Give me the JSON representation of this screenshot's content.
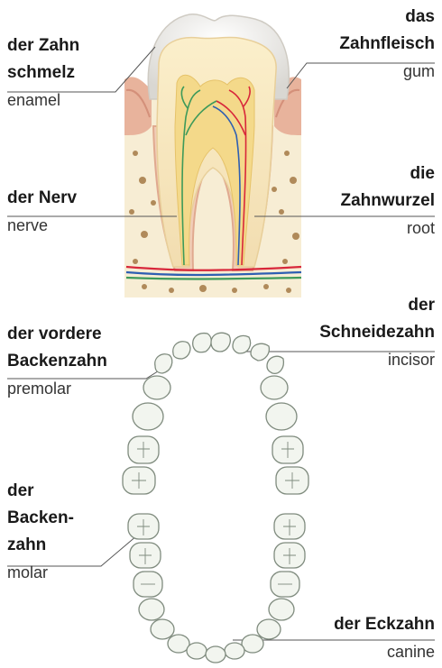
{
  "labels": {
    "enamel": {
      "de": [
        "der Zahn",
        "schmelz"
      ],
      "en": "enamel"
    },
    "gum": {
      "de": [
        "das",
        "Zahnfleisch"
      ],
      "en": "gum"
    },
    "nerve": {
      "de": [
        "der Nerv"
      ],
      "en": "nerve"
    },
    "root": {
      "de": [
        "die",
        "Zahnwurzel"
      ],
      "en": "root"
    },
    "premolar": {
      "de": [
        "der vordere",
        "Backenzahn"
      ],
      "en": "premolar"
    },
    "incisor": {
      "de": [
        "der",
        "Schneidezahn"
      ],
      "en": "incisor"
    },
    "molar": {
      "de": [
        "der",
        "Backen-",
        "zahn"
      ],
      "en": "molar"
    },
    "canine": {
      "de": [
        "der Eckzahn"
      ],
      "en": "canine"
    }
  },
  "colors": {
    "enamel": "#f3f1ec",
    "dentin": "#f7e6b8",
    "pulp": "#f3d67a",
    "gum": "#e9b9a3",
    "bone": "#f6ecd3",
    "nerve": "#3e9a5a",
    "artery": "#d8273a",
    "vein": "#2e5fb2",
    "jaw_tooth_stroke": "#7f8b7e",
    "jaw_tooth_fill": "#f2f5ef"
  }
}
